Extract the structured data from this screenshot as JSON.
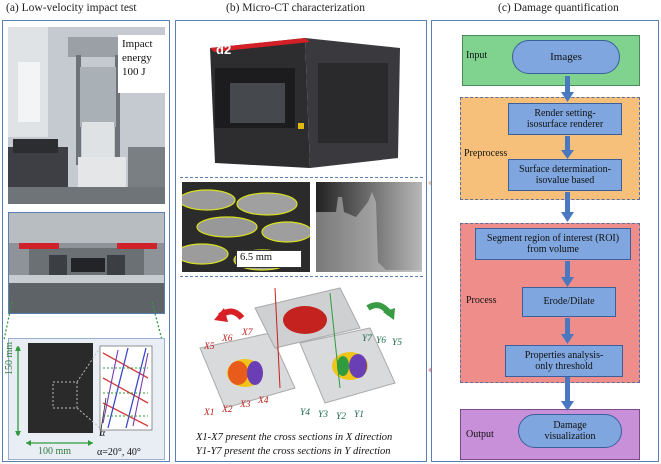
{
  "panels": {
    "a": {
      "title": "(a) Low-velocity impact test",
      "impact_label_1": "Impact",
      "impact_label_2": "energy",
      "impact_label_3": "100 J",
      "dim_height": "150 mm",
      "dim_width": "100 mm",
      "alpha_symbol": "α",
      "angle_text": "α=20°, 40°"
    },
    "b": {
      "title": "(b) Micro-CT characterization",
      "scale_bar": "6.5 mm",
      "machine_logo": "d2",
      "caption_x": "X1-X7 present the cross sections in X direction",
      "caption_y": "Y1-Y7 present the cross sections in Y direction",
      "x_labels": [
        "X5",
        "X6",
        "X7",
        "X1",
        "X2",
        "X3",
        "X4"
      ],
      "y_labels": [
        "Y7",
        "Y6",
        "Y5",
        "Y4",
        "Y3",
        "Y2",
        "Y1"
      ]
    },
    "c": {
      "title": "(c) Damage quantification"
    }
  },
  "flowchart": {
    "input_label": "Input",
    "input_node": "Images",
    "preprocess_label": "Preprocess",
    "render_node_1": "Render setting-",
    "render_node_2": "isosurface renderer",
    "surface_node_1": "Surface determination-",
    "surface_node_2": "isovalue based",
    "process_label": "Process",
    "segment_node_1": "Segment region of interest (ROI)",
    "segment_node_2": "from volume",
    "erode_node": "Erode/Dilate",
    "properties_node_1": "Properties analysis-",
    "properties_node_2": "only threshold",
    "output_label": "Output",
    "output_node_1": "Damage",
    "output_node_2": "visualization"
  },
  "colors": {
    "frame": "#5b7fb5",
    "input_bg": "#7fd38f",
    "preprocess_bg": "#f7c07a",
    "process_bg": "#ef8d8a",
    "output_bg": "#c890d8",
    "node": "#7fa6df"
  }
}
